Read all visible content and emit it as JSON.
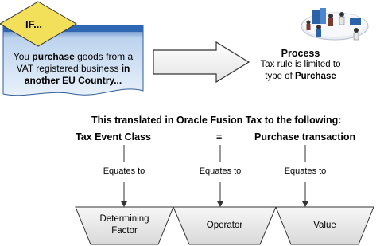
{
  "condition": {
    "badge": "IF...",
    "text_parts": {
      "p1": "You ",
      "p2": "purchase",
      "p3": " goods from a",
      "line2a": "VAT registered business ",
      "line2b": "in",
      "line3": "another EU Country..."
    }
  },
  "process": {
    "title": "Process",
    "line1": "Tax rule is limited to",
    "line2a": "type of ",
    "line2b": "Purchase"
  },
  "translation": {
    "heading": "This translated in Oracle Fusion Tax to the following:",
    "left": "Tax Event Class",
    "middle": "=",
    "right": "Purchase transaction"
  },
  "equates": [
    "Equates to",
    "Equates to",
    "Equates to"
  ],
  "components": [
    {
      "line1": "Determining",
      "line2": "Factor"
    },
    {
      "line1": "Operator",
      "line2": ""
    },
    {
      "line1": "Value",
      "line2": ""
    }
  ],
  "colors": {
    "note_fill_top": "#2f67b3",
    "note_fill_bottom": "#cfe0f3",
    "badge_fill": "#f5e76a",
    "arrow_fill": "#f2f2f2",
    "trapezoid_fill": "#e6e6e6",
    "stroke": "#333333"
  }
}
